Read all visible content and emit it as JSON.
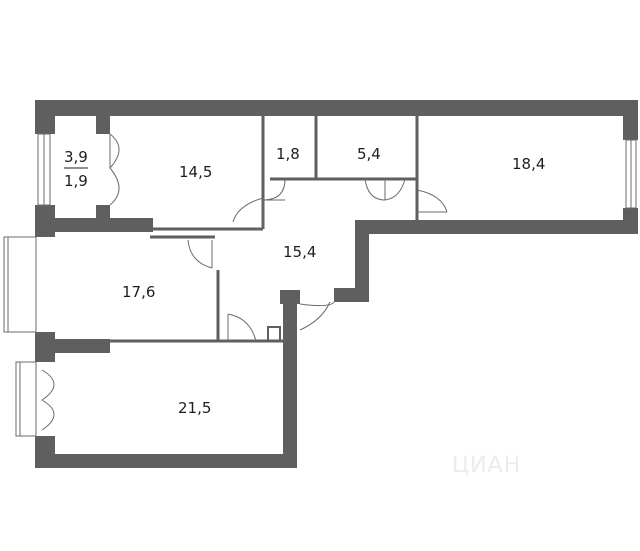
{
  "plan": {
    "rooms": [
      {
        "id": "balcony-top",
        "area": "3,9",
        "area_alt": "1,9"
      },
      {
        "id": "room-top-left",
        "area": "14,5"
      },
      {
        "id": "bath-small",
        "area": "1,8"
      },
      {
        "id": "bath",
        "area": "5,4"
      },
      {
        "id": "room-right",
        "area": "18,4"
      },
      {
        "id": "hall",
        "area": "15,4"
      },
      {
        "id": "room-middle-left",
        "area": "17,6"
      },
      {
        "id": "room-bottom",
        "area": "21,5"
      }
    ],
    "watermark": "ЦИАН",
    "colors": {
      "wall": "#5f5f5f",
      "background": "#ffffff",
      "text": "#1e1e1e"
    }
  }
}
